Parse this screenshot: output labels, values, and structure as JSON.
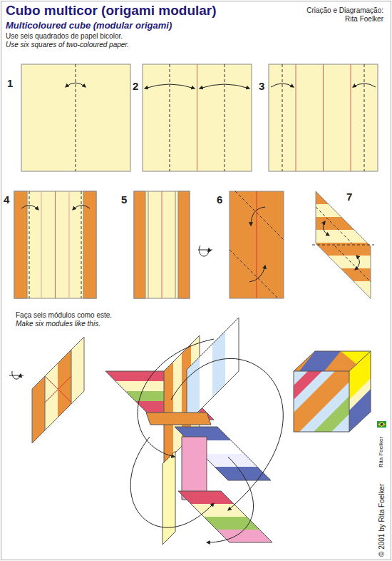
{
  "diagram": {
    "title": "Cubo multicor (origami modular)",
    "labels": [
      "Criação e Diagramação:",
      "Rita Foelker",
      "Multicoloured cube (modular origami)",
      "Use seis quadrados de papel bicolor.",
      "Use six squares of two-coloured paper.",
      "1",
      "2",
      "3",
      "4",
      "5",
      "6",
      "7",
      "Faça seis módulos como este.",
      "Make six modules like this.",
      "Rita Foelker",
      "© 2001 by Rita Foelker"
    ]
  }
}
